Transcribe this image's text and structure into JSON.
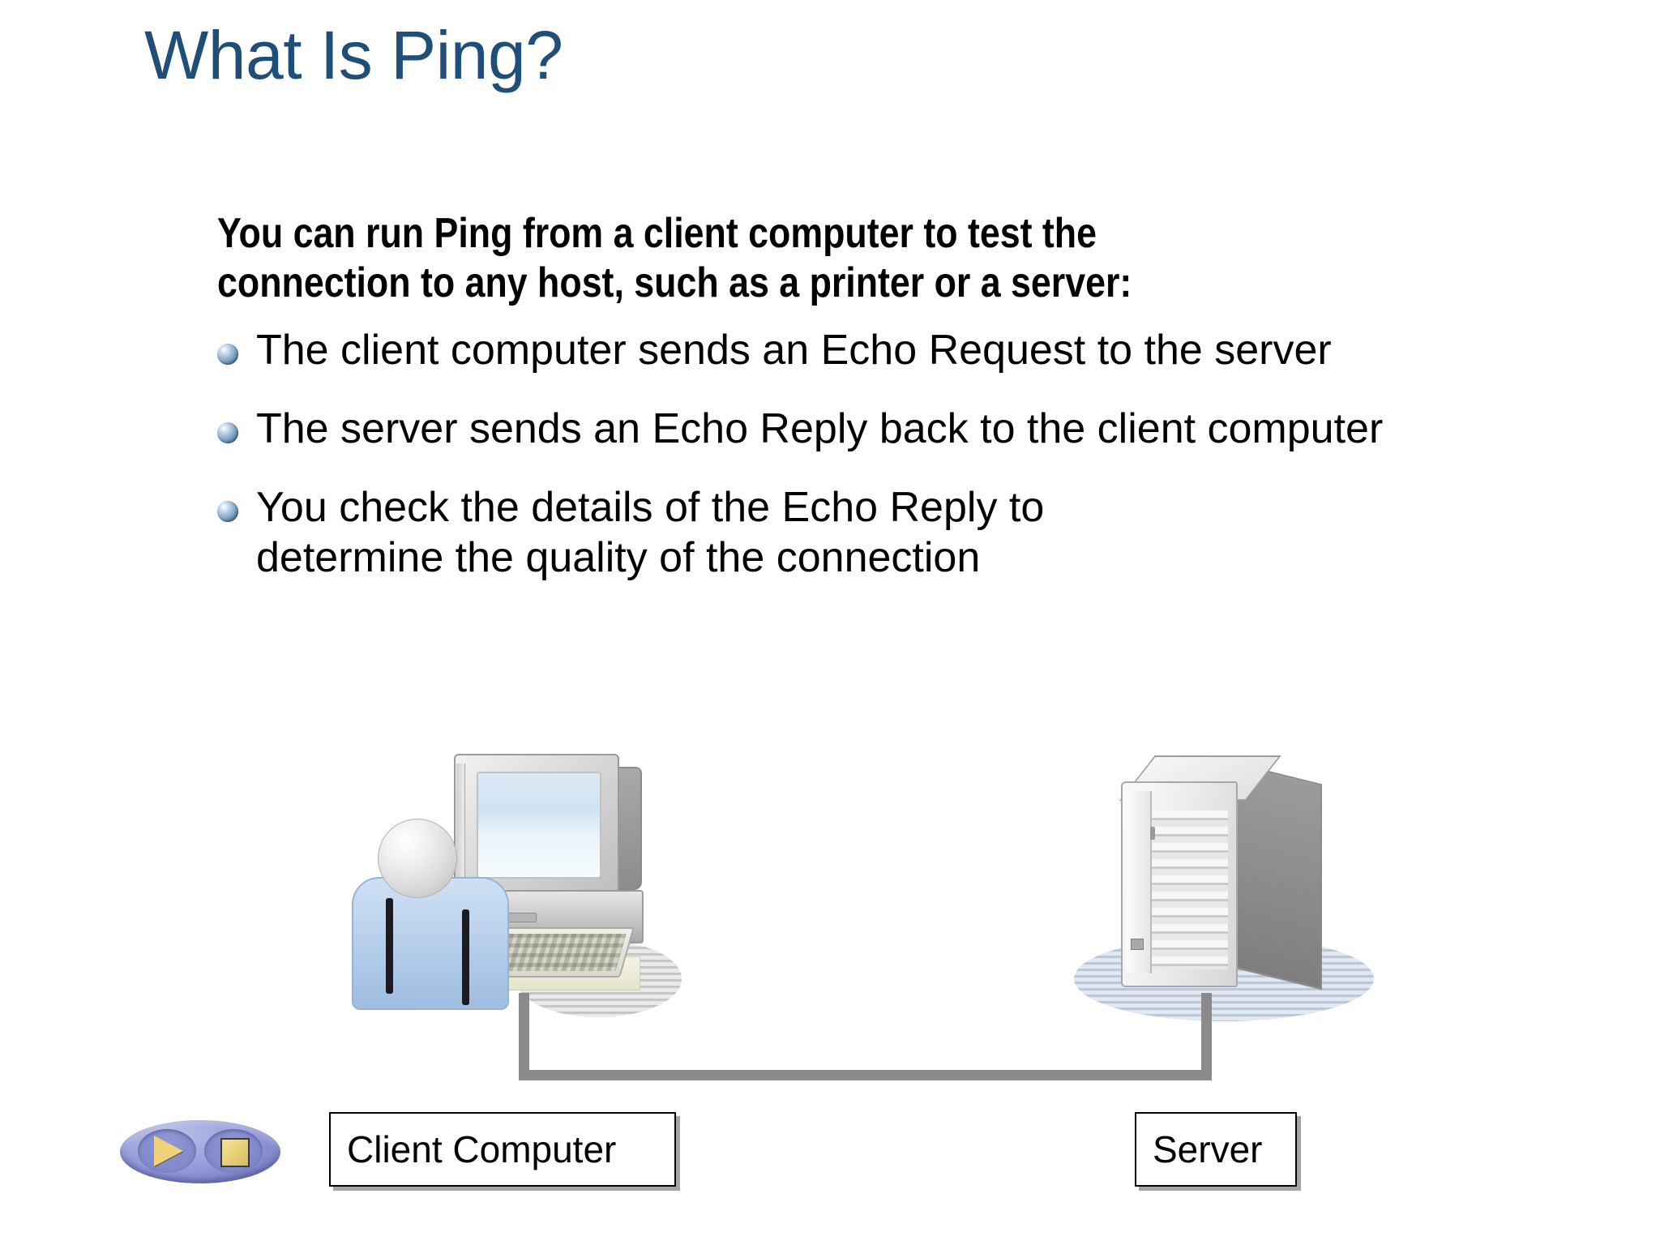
{
  "slide": {
    "title": "What Is Ping?",
    "title_color": "#1f4e79",
    "background_color": "#ffffff"
  },
  "content": {
    "lead_lines": [
      "You can run Ping from a client computer to test the",
      "connection to any host, such as a printer or a server:"
    ],
    "bullets": [
      {
        "lines": [
          "The client computer sends an Echo Request to the server"
        ]
      },
      {
        "lines": [
          "The server sends an Echo Reply back to the client computer"
        ]
      },
      {
        "lines": [
          "You check the details of the Echo Reply to",
          "determine the quality of the connection"
        ]
      }
    ]
  },
  "diagram": {
    "client": {
      "label": "Client Computer",
      "icon": "client-computer-user-icon"
    },
    "server": {
      "label": "Server",
      "icon": "server-tower-icon"
    },
    "connection": {
      "icon": "network-cable",
      "color": "#8b8b8b"
    }
  },
  "media_control": {
    "icon": "play-stop-badge-icon",
    "play_icon": "play-triangle-icon",
    "stop_icon": "stop-square-icon",
    "badge_color": "#8a92d4",
    "glyph_color": "#eed98b"
  }
}
